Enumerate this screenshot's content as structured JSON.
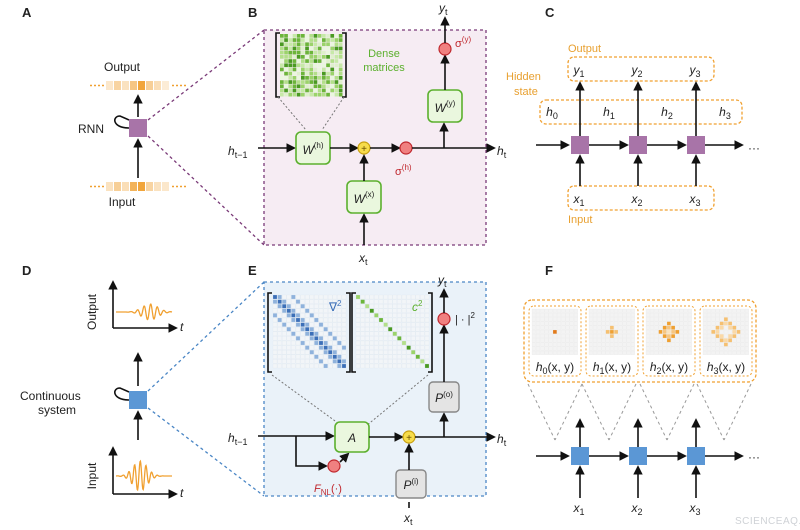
{
  "panels": {
    "A": "A",
    "B": "B",
    "C": "C",
    "D": "D",
    "E": "E",
    "F": "F"
  },
  "panel_a": {
    "output_label": "Output",
    "input_label": "Input",
    "rnn_label": "RNN"
  },
  "panel_b": {
    "dense_label_1": "Dense",
    "dense_label_2": "matrices",
    "h_in_base": "h",
    "h_in_sub": "t−1",
    "h_out_base": "h",
    "h_out_sub": "t",
    "x_base": "x",
    "x_sub": "t",
    "y_base": "y",
    "y_sub": "t",
    "w_h_base": "W",
    "w_h_sup": "(h)",
    "w_x_base": "W",
    "w_x_sup": "(x)",
    "w_y_base": "W",
    "w_y_sup": "(y)",
    "sigma_h_base": "σ",
    "sigma_h_sup": "(h)",
    "sigma_y_base": "σ",
    "sigma_y_sup": "(y)"
  },
  "panel_c": {
    "output_label": "Output",
    "hidden_label_1": "Hidden",
    "hidden_label_2": "state",
    "input_label": "Input",
    "outputs": [
      {
        "b": "y",
        "s": "1"
      },
      {
        "b": "y",
        "s": "2"
      },
      {
        "b": "y",
        "s": "3"
      }
    ],
    "hidden": [
      {
        "b": "h",
        "s": "0"
      },
      {
        "b": "h",
        "s": "1"
      },
      {
        "b": "h",
        "s": "2"
      },
      {
        "b": "h",
        "s": "3"
      }
    ],
    "inputs": [
      {
        "b": "x",
        "s": "1"
      },
      {
        "b": "x",
        "s": "2"
      },
      {
        "b": "x",
        "s": "3"
      }
    ],
    "ellipsis": "···"
  },
  "panel_d": {
    "output_label": "Output",
    "input_label": "Input",
    "time_label": "t",
    "system_label_1": "Continuous",
    "system_label_2": "system"
  },
  "panel_e": {
    "laplacian_base": "∇",
    "laplacian_sup": "2",
    "c2_base": "c",
    "c2_sup": "2",
    "abs_label": "| · |",
    "abs_sup": "2",
    "a_label": "A",
    "p_o_base": "P",
    "p_o_sup": "(o)",
    "p_i_base": "P",
    "p_i_sup": "(i)",
    "fnl_base": "F",
    "fnl_sub": "NL",
    "fnl_tail": "(·)",
    "h_in_base": "h",
    "h_in_sub": "t−1",
    "h_out_base": "h",
    "h_out_sub": "t",
    "x_base": "x",
    "x_sub": "t",
    "y_base": "y",
    "y_sub": "t"
  },
  "panel_f": {
    "states": [
      {
        "b": "h",
        "s": "0",
        "tail": "(x, y)"
      },
      {
        "b": "h",
        "s": "1",
        "tail": "(x, y)"
      },
      {
        "b": "h",
        "s": "2",
        "tail": "(x, y)"
      },
      {
        "b": "h",
        "s": "3",
        "tail": "(x, y)"
      }
    ],
    "inputs": [
      {
        "b": "x",
        "s": "1"
      },
      {
        "b": "x",
        "s": "2"
      },
      {
        "b": "x",
        "s": "3"
      }
    ],
    "ellipsis": "···"
  },
  "watermark": "SCIENCEAQ.COM",
  "colors": {
    "rnn_cell": "#a874a8",
    "cont_cell": "#5b97d5",
    "orange": "#f0a030",
    "green": "#5cb02e",
    "green_fill": "#eaf7de",
    "red": "#e05050",
    "blue": "#3b6fb8",
    "pink_bg": "#f6ecf3",
    "blue_bg": "#eaf2f9",
    "purple_dash": "#7a3a78",
    "blue_dash": "#4a86c5"
  }
}
